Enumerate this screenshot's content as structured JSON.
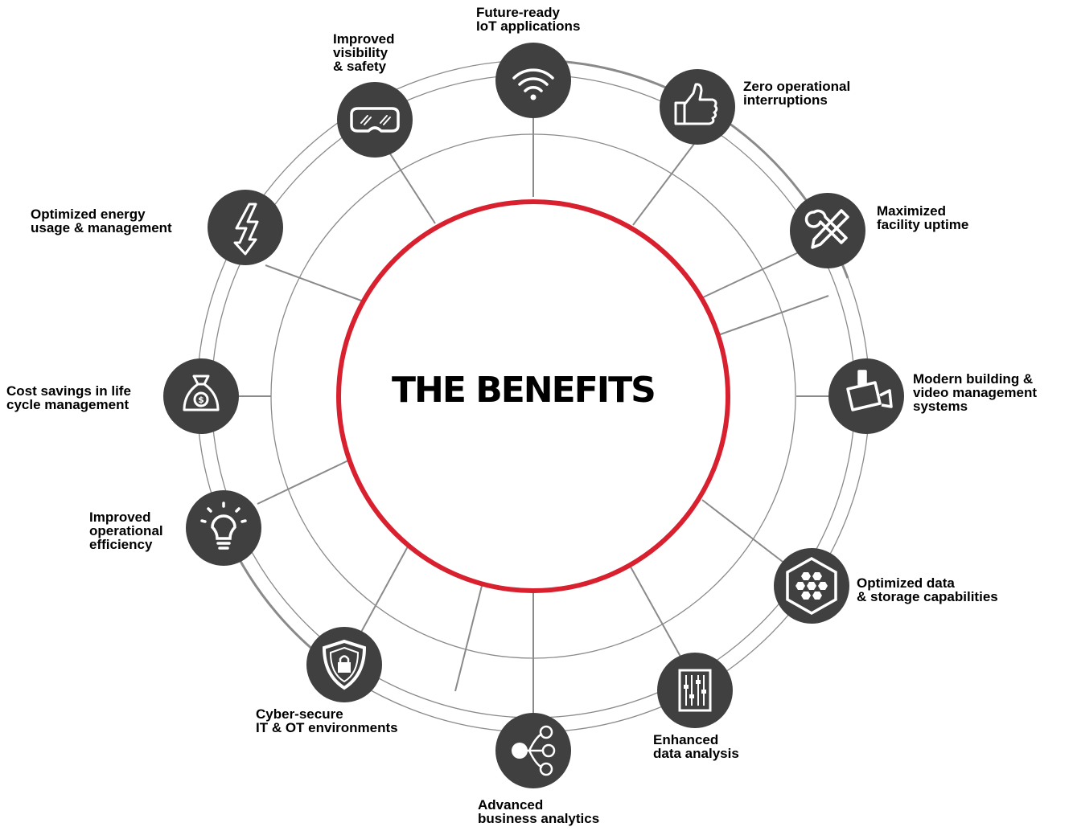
{
  "title": "THE BENEFITS",
  "colors": {
    "center_ring": "#d9202f",
    "node_fill": "#404040",
    "line": "#8a8a8a"
  },
  "benefits": [
    {
      "icon": "wifi-icon",
      "lines": [
        "Future-ready",
        "IoT applications"
      ]
    },
    {
      "icon": "thumbs-up-icon",
      "lines": [
        "Zero operational",
        "interruptions"
      ]
    },
    {
      "icon": "tools-icon",
      "lines": [
        "Maximized",
        "facility uptime"
      ]
    },
    {
      "icon": "security-camera-icon",
      "lines": [
        "Modern building &",
        "video management",
        "systems"
      ]
    },
    {
      "icon": "hexagon-storage-icon",
      "lines": [
        "Optimized data",
        "& storage capabilities"
      ]
    },
    {
      "icon": "data-analysis-icon",
      "lines": [
        "Enhanced",
        "data analysis"
      ]
    },
    {
      "icon": "analytics-nodes-icon",
      "lines": [
        "Advanced",
        "business analytics"
      ]
    },
    {
      "icon": "shield-lock-icon",
      "lines": [
        "Cyber-secure",
        "IT & OT environments"
      ]
    },
    {
      "icon": "lightbulb-icon",
      "lines": [
        "Improved",
        "operational",
        "efficiency"
      ]
    },
    {
      "icon": "money-bag-icon",
      "lines": [
        "Cost savings in life",
        "cycle management"
      ]
    },
    {
      "icon": "lightning-bolt-icon",
      "lines": [
        "Optimized energy",
        "usage & management"
      ]
    },
    {
      "icon": "safety-goggles-icon",
      "lines": [
        "Improved",
        "visibility",
        "& safety"
      ]
    }
  ]
}
